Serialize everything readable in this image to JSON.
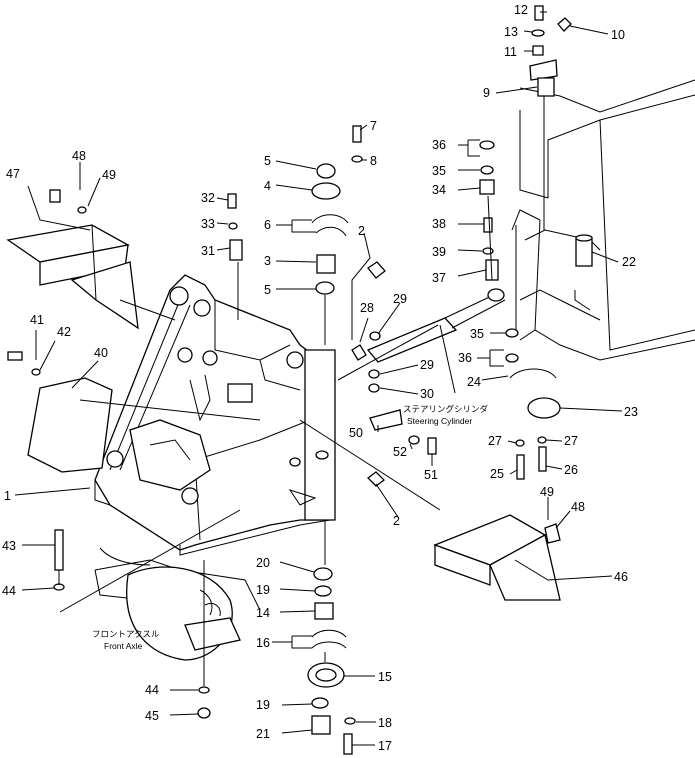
{
  "callouts": [
    "12",
    "13",
    "11",
    "10",
    "9",
    "7",
    "8",
    "5",
    "4",
    "6",
    "3",
    "5",
    "2",
    "32",
    "33",
    "31",
    "36",
    "35",
    "34",
    "38",
    "39",
    "37",
    "22",
    "48",
    "49",
    "47",
    "41",
    "42",
    "40",
    "28",
    "29",
    "29",
    "30",
    "35",
    "36",
    "24",
    "23",
    "27",
    "27",
    "26",
    "25",
    "52",
    "51",
    "50",
    "2",
    "49",
    "48",
    "46",
    "1",
    "43",
    "44",
    "20",
    "19",
    "14",
    "16",
    "15",
    "19",
    "18",
    "21",
    "17",
    "44",
    "45"
  ],
  "labels": {
    "steering_jp": "ステアリングシリンダ",
    "steering_en": "Steering Cylinder",
    "front_axle_jp": "フロントアクスル",
    "front_axle_en": "Front Axle"
  }
}
